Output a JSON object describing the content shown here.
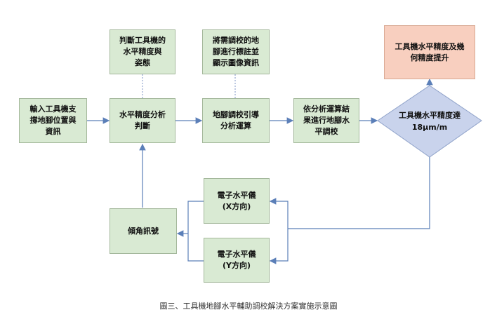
{
  "nodes": {
    "input": "輸入工具機支\n撐地腳位置與\n資訊",
    "analysis": "水平精度分析\n判斷",
    "judge_posture": "判斷工具機的\n水平精度與\n姿態",
    "guide": "地腳調校引導\n分析運算",
    "mark_display": "將需調校的地\n腳進行標註並\n顯示圖像資訊",
    "adjust": "依分析運算結\n果進行地腳水\n平調校",
    "decision": "工具機水平精度達\n18μm/m",
    "result": "工具機水平精度及幾\n何精度提升",
    "level_x": "電子水平儀\n(X方向)",
    "level_y": "電子水平儀\n(Y方向)",
    "tilt": "傾角訊號"
  },
  "caption": "圖三、工具機地腳水平輔助調校解決方案實施示意圖",
  "colors": {
    "box_fill": "#d9ead3",
    "result_fill": "#f8cfbf",
    "decision_fill": "#c9d3ec",
    "arrow": "#5b7fb8"
  }
}
